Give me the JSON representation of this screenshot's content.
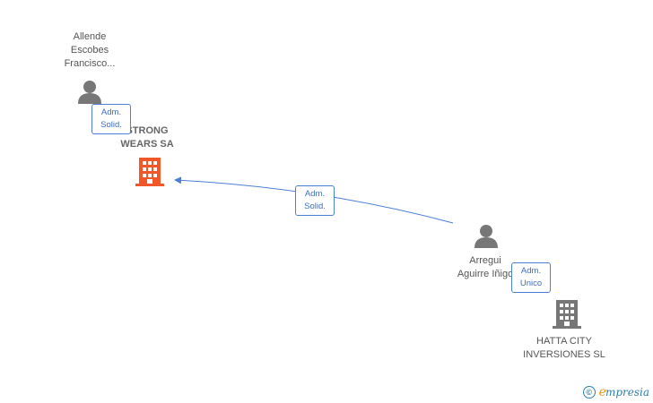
{
  "diagram": {
    "nodes": [
      {
        "id": "allende",
        "kind": "person",
        "label_lines": [
          "Allende",
          "Escobes",
          "Francisco..."
        ]
      },
      {
        "id": "strong",
        "kind": "company",
        "color": "#f0582a",
        "label_lines": [
          "STRONG",
          "WEARS SA"
        ]
      },
      {
        "id": "arregui",
        "kind": "person",
        "label_lines": [
          "Arregui",
          "Aguirre Iñigo"
        ]
      },
      {
        "id": "hatta",
        "kind": "company",
        "color": "#777777",
        "label_lines": [
          "HATTA CITY",
          "INVERSIONES SL"
        ]
      }
    ],
    "edges": [
      {
        "from": "allende",
        "to": "strong",
        "role_lines": [
          "Adm.",
          "Solid."
        ]
      },
      {
        "from": "arregui",
        "to": "strong",
        "role_lines": [
          "Adm.",
          "Solid."
        ]
      },
      {
        "from": "arregui",
        "to": "hatta",
        "role_lines": [
          "Adm.",
          "Unico"
        ]
      }
    ],
    "colors": {
      "person": "#777777",
      "edge": "#4a7fd4",
      "text": "#555555"
    }
  },
  "brand": {
    "copyright": "©",
    "logo_first_letter": "e",
    "logo_rest": "mpresia"
  }
}
